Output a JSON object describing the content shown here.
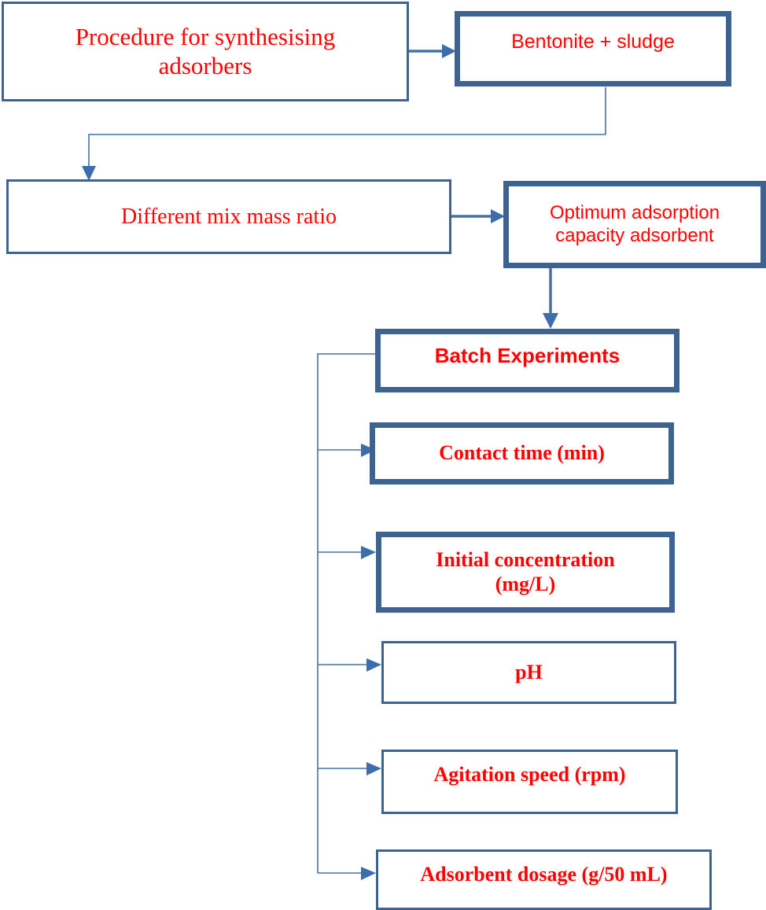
{
  "diagram": {
    "title_node": "Procedure for synthesising adsorbers",
    "nodes": [
      {
        "id": "procedure",
        "label": "Procedure for synthesising\nadsorbers"
      },
      {
        "id": "bentonite",
        "label": "Bentonite + sludge"
      },
      {
        "id": "mixratio",
        "label": "Different mix mass ratio"
      },
      {
        "id": "optimum",
        "label": "Optimum adsorption\ncapacity adsorbent"
      },
      {
        "id": "batch",
        "label": "Batch Experiments"
      },
      {
        "id": "contacttime",
        "label": "Contact time (min)"
      },
      {
        "id": "initialconc",
        "label": "Initial concentration\n(mg/L)"
      },
      {
        "id": "ph",
        "label": "pH"
      },
      {
        "id": "agitation",
        "label": "Agitation speed (rpm)"
      },
      {
        "id": "dosage",
        "label": "Adsorbent dosage (g/50 mL)"
      }
    ],
    "colors": {
      "text": "#ff0000",
      "box_border": "#3d6490",
      "connector": "#4472a8",
      "connector_light": "#5b84bd",
      "background": "#ffffff"
    }
  }
}
